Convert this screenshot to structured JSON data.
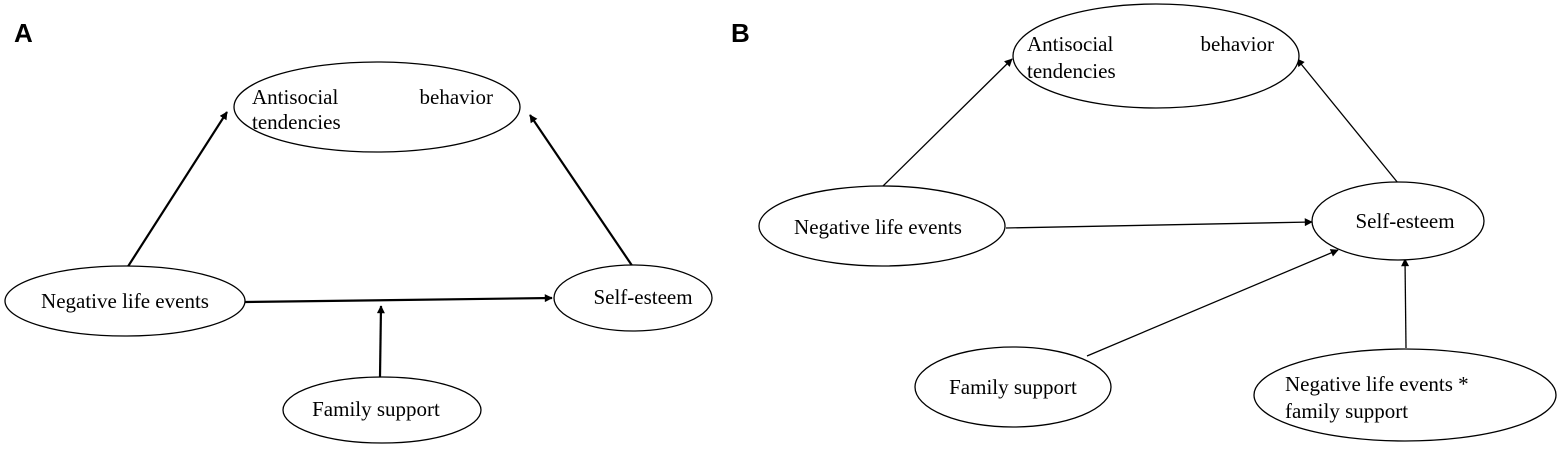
{
  "panels": {
    "a": {
      "label": "A",
      "nodes": {
        "antisocial": {
          "line1_left": "Antisocial",
          "line1_right": "behavior",
          "line2": "tendencies"
        },
        "negative_life_events": {
          "label": "Negative life events"
        },
        "self_esteem": {
          "label": "Self-esteem"
        },
        "family_support": {
          "label": "Family support"
        }
      }
    },
    "b": {
      "label": "B",
      "nodes": {
        "antisocial": {
          "line1_left": "Antisocial",
          "line1_right": "behavior",
          "line2": "tendencies"
        },
        "negative_life_events": {
          "label": "Negative life events"
        },
        "self_esteem": {
          "label": "Self-esteem"
        },
        "family_support": {
          "label": "Family support"
        },
        "interaction": {
          "line1": "Negative life events *",
          "line2": "family support"
        }
      }
    }
  },
  "colors": {
    "stroke": "#000000",
    "background": "#ffffff"
  }
}
